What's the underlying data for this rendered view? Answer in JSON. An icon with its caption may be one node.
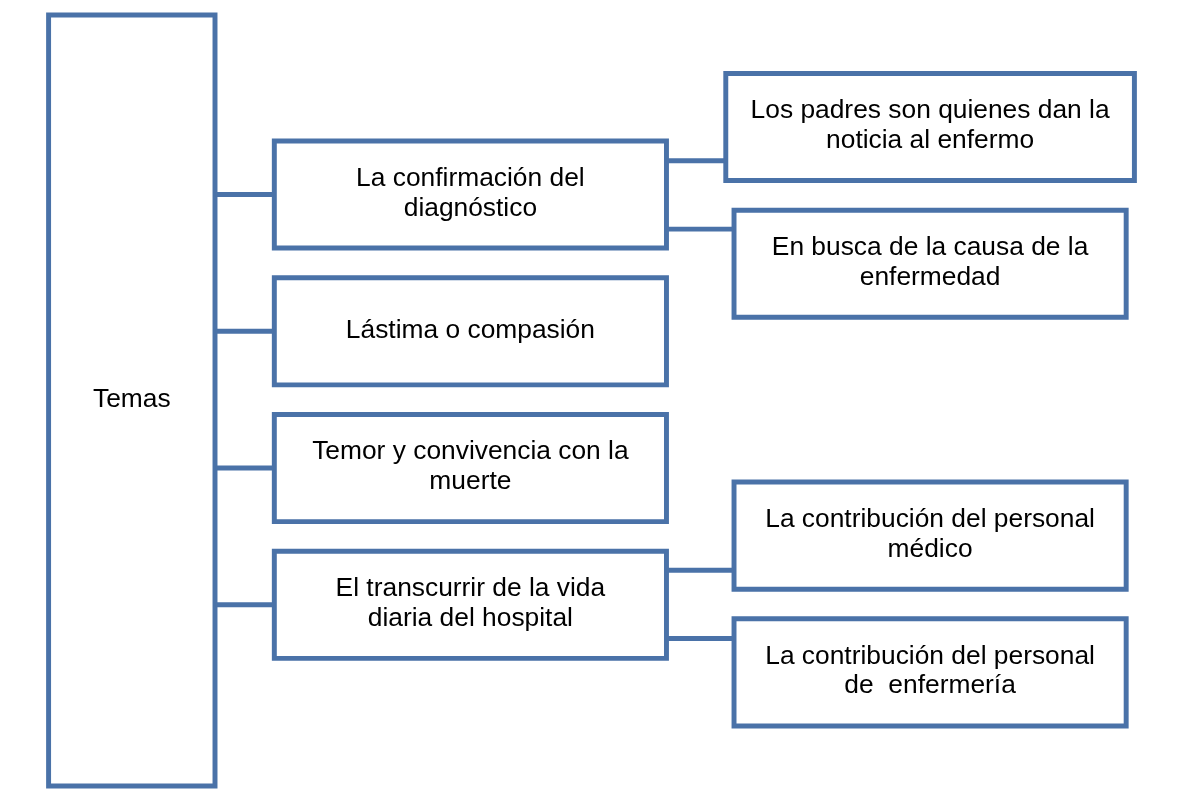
{
  "diagram": {
    "nodes": [
      {
        "text": [
          "Temas"
        ]
      },
      {
        "text": [
          "La confirmación del diagnóstico"
        ]
      },
      {
        "text": [
          "Lástima o compasión"
        ]
      },
      {
        "text": [
          "Temor y convivencia con la muerte"
        ]
      },
      {
        "text": [
          "El transcurrir de la vida diaria del hospital"
        ]
      },
      {
        "text": [
          "Los padres son quienes dan la noticia al enfermo"
        ]
      },
      {
        "text": [
          "En busca de la causa de la enfermedad"
        ]
      },
      {
        "text": [
          "La contribución del personal médico"
        ]
      },
      {
        "text": [
          "La contribución del personal de  enfermería"
        ]
      }
    ],
    "edges": [
      {
        "from": 0,
        "to": 1,
        "arrow": "none"
      },
      {
        "from": 0,
        "to": 2,
        "arrow": "none"
      },
      {
        "from": 0,
        "to": 3,
        "arrow": "none"
      },
      {
        "from": 0,
        "to": 4,
        "arrow": "none"
      },
      {
        "from": 1,
        "to": 5,
        "arrow": "none"
      },
      {
        "from": 1,
        "to": 6,
        "arrow": "none"
      },
      {
        "from": 4,
        "to": 7,
        "arrow": "none"
      },
      {
        "from": 4,
        "to": 8,
        "arrow": "none"
      }
    ]
  }
}
